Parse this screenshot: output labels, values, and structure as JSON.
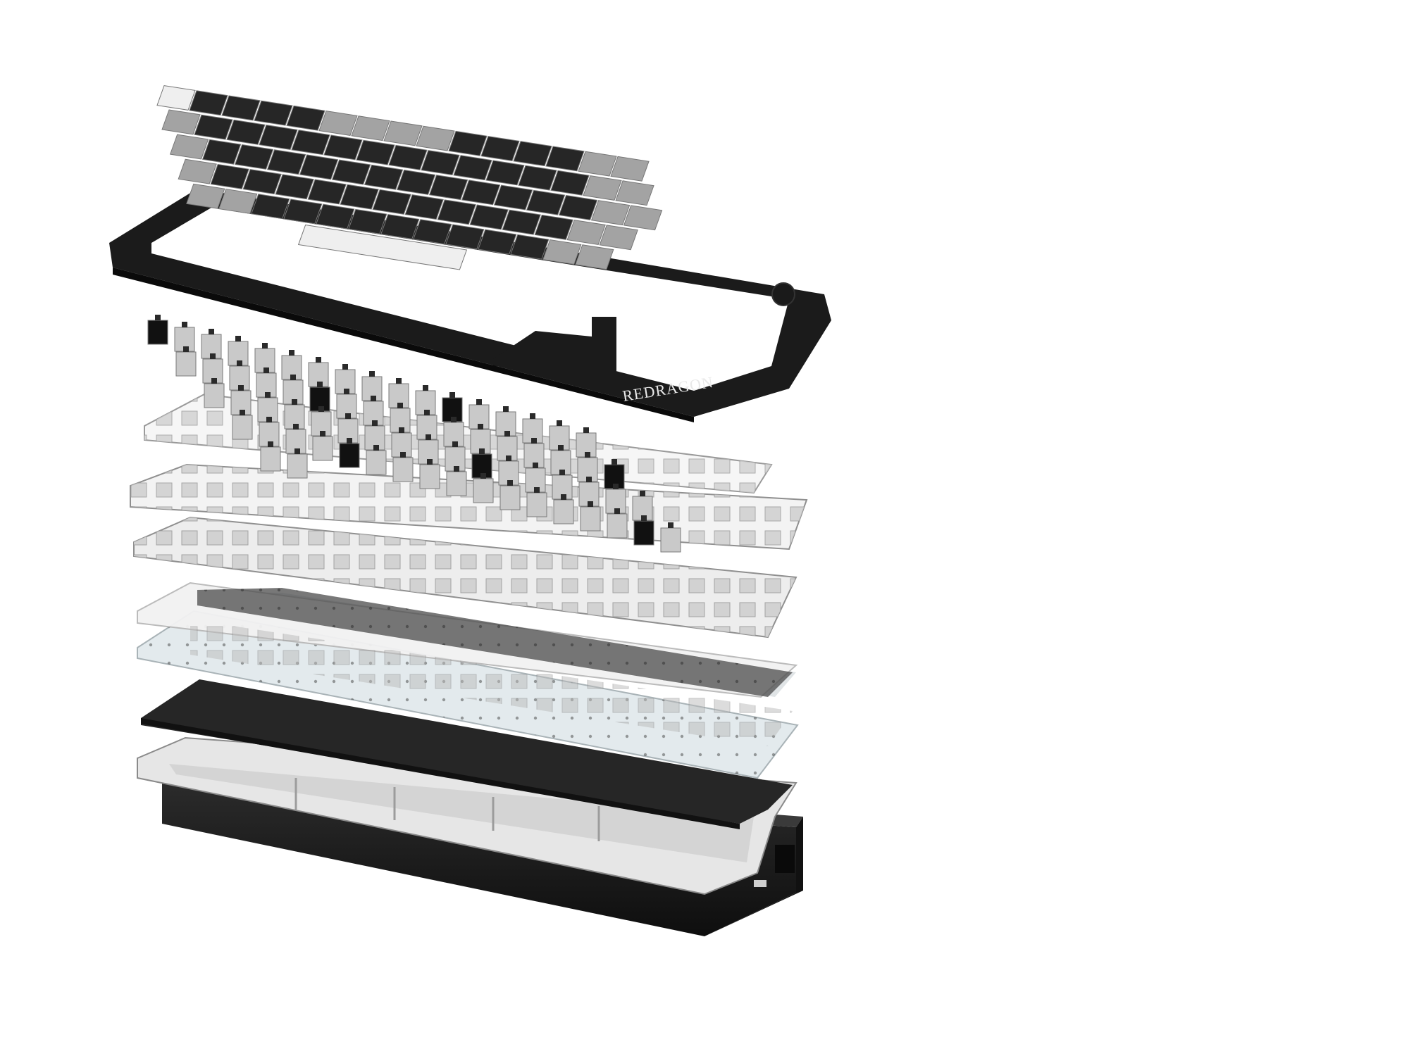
{
  "product": {
    "brand_logo_text": "REDRAGON"
  },
  "colors": {
    "background": "#ffffff",
    "case_black": "#1b1b1b",
    "case_white": "#e7e7e7",
    "keycap_black": "#262626",
    "keycap_grey": "#a3a3a3",
    "keycap_white": "#efefef",
    "plate_light": "#eeeeee",
    "foam_dark": "#2c2c2c",
    "pcb_light": "#e6ecef"
  },
  "layers": [
    {
      "name": "keycaps"
    },
    {
      "name": "top-frame"
    },
    {
      "name": "switches"
    },
    {
      "name": "plate"
    },
    {
      "name": "plate-foam"
    },
    {
      "name": "ixpe-switch-pad"
    },
    {
      "name": "pcb"
    },
    {
      "name": "bottom-foam"
    },
    {
      "name": "inner-tray"
    },
    {
      "name": "bottom-case"
    }
  ]
}
